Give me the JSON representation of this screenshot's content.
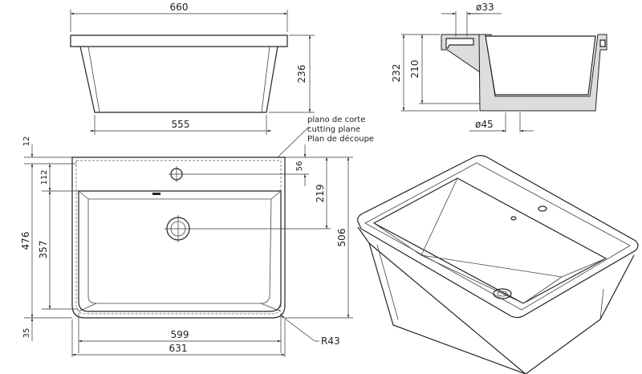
{
  "front_view": {
    "width_top": "660",
    "height": "236",
    "width_bottom": "555"
  },
  "section_view": {
    "tap_hole_diameter": "ø33",
    "drain_diameter": "ø45",
    "total_height": "232",
    "inner_depth": "210"
  },
  "plan_view": {
    "rim_front": "12",
    "tap_offset": "112",
    "basin_depth": "476",
    "basin_length": "357",
    "rear_margin": "35",
    "tap_from_rim": "56",
    "drain_from_rim": "219",
    "overall_depth": "506",
    "inner_width": "599",
    "outer_width": "631",
    "corner_radius": "R43"
  },
  "cutting_plane": {
    "es": "plano de corte",
    "en": "cutting plane",
    "fr": "Plan de découpe"
  }
}
